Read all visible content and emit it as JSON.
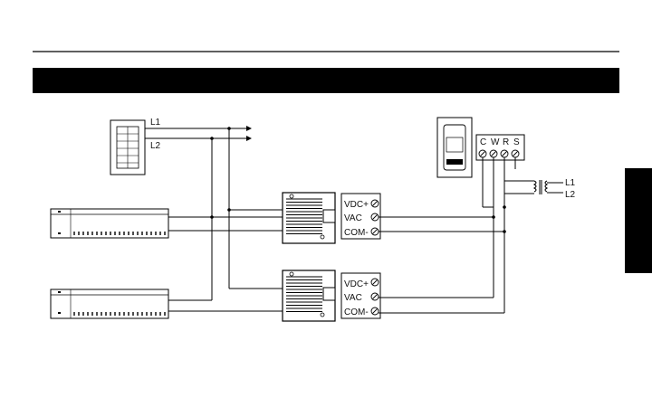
{
  "power_lines": {
    "l1": "L1",
    "l2": "L2"
  },
  "thermostat": {
    "terminals": [
      "C",
      "W",
      "R",
      "S"
    ]
  },
  "transformer": {
    "l1": "L1",
    "l2": "L2"
  },
  "terminal_blocks": [
    {
      "labels": [
        "VDC+",
        "VAC",
        "COM-"
      ]
    },
    {
      "labels": [
        "VDC+",
        "VAC",
        "COM-"
      ]
    }
  ]
}
